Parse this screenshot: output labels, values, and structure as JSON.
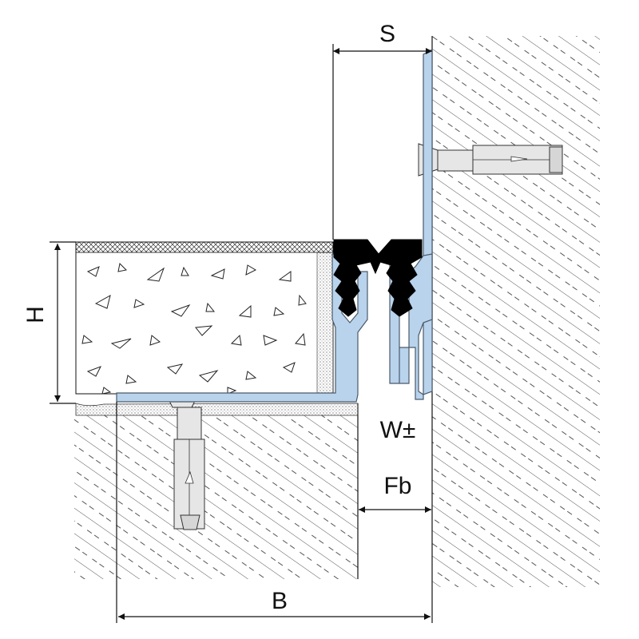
{
  "labels": {
    "s": "S",
    "h": "H",
    "w": "W±",
    "fb": "Fb",
    "b": "B"
  },
  "colors": {
    "profile": "#b9d3ec",
    "profile_edge": "#4a5a6a",
    "seal": "#000000",
    "hatch": "#555555",
    "line": "#111111",
    "screed": "#ffffff",
    "bolt": "#e6e6e6"
  }
}
